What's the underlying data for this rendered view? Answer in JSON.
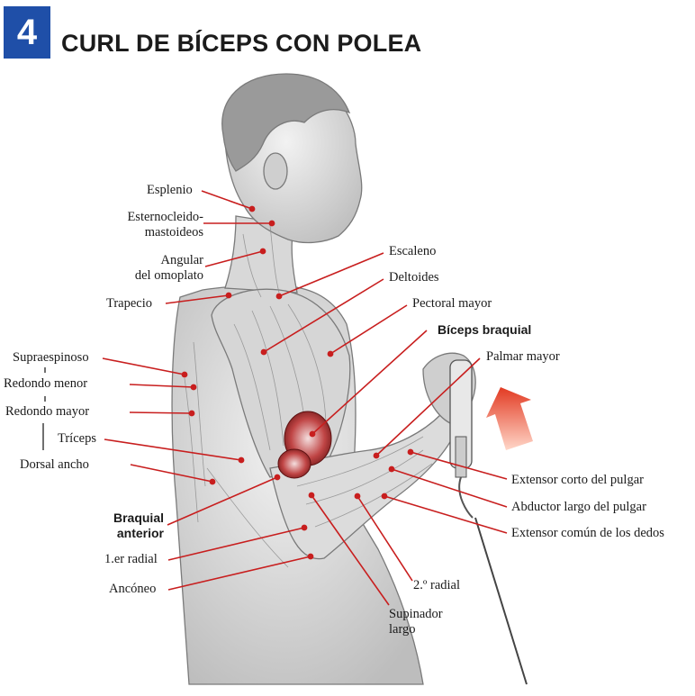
{
  "header": {
    "number": "4",
    "title": "CURL DE BÍCEPS CON POLEA"
  },
  "labels": {
    "esplenio": "Esplenio",
    "esternocleido_1": "Esternocleido-",
    "esternocleido_2": "mastoideos",
    "angular_1": "Angular",
    "angular_2": "del omoplato",
    "trapecio": "Trapecio",
    "supraespinoso": "Supraespinoso",
    "redondo_menor": "Redondo menor",
    "redondo_mayor": "Redondo mayor",
    "triceps": "Tríceps",
    "dorsal_ancho": "Dorsal ancho",
    "braquial_1": "Braquial",
    "braquial_2": "anterior",
    "primer_radial": "1.er radial",
    "anconeo": "Ancóneo",
    "escaleno": "Escaleno",
    "deltoides": "Deltoides",
    "pectoral_mayor": "Pectoral mayor",
    "biceps_braquial": "Bíceps braquial",
    "palmar_mayor": "Palmar mayor",
    "extensor_corto": "Extensor corto del pulgar",
    "abductor_largo": "Abductor largo del pulgar",
    "extensor_comun": "Extensor común de los dedos",
    "segundo_radial": "2.º radial",
    "supinador_1": "Supinador",
    "supinador_2": "largo"
  },
  "colors": {
    "badge": "#1f4fa8",
    "leader": "#c81e1e",
    "arrow": "#e8452e",
    "muscle_outline": "#7a7a7a",
    "biceps": "#b03030"
  },
  "icons": {
    "direction": "up-right-arrow-icon"
  }
}
